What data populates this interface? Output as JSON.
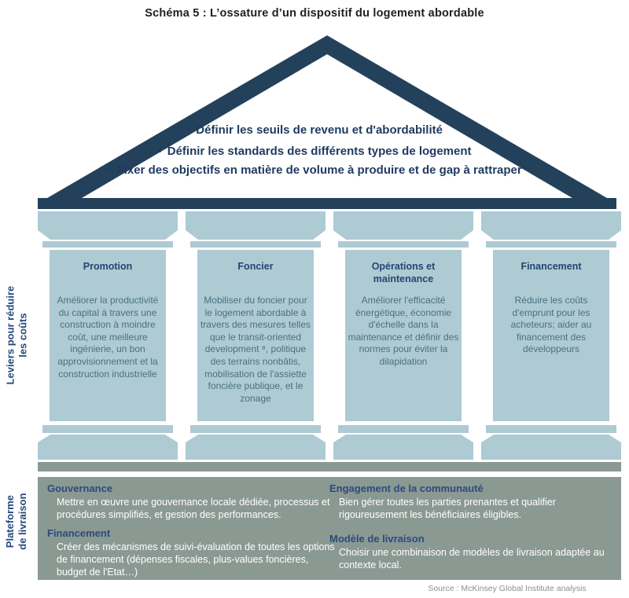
{
  "title": "Schéma 5  : L’ossature d’un dispositif du logement abordable",
  "bullet_char": "•",
  "roof": {
    "bullets": [
      "Définir les seuils de revenu et d'abordabilité",
      "Définir les standards des différents types de logement",
      "Fixer des objectifs en matière de volume à produire et de gap à rattraper"
    ]
  },
  "side_labels": {
    "pillars": "Leviers pour réduire les coûts",
    "platform": "Plateforme de livraison"
  },
  "pillars": [
    {
      "title": "Promotion",
      "body": "Améliorer la productivité du capital à travers une construction à moindre coût, une meilleure ingénierie, un bon approvisionnement et la construction industrielle"
    },
    {
      "title": "Foncier",
      "body": "Mobiliser du foncier pour le logement abordable à travers des mesures telles que le transit-oriented development ⁸, politique des terrains nonbâtis, mobilisation de l'assiette foncière publique, et le zonage"
    },
    {
      "title": "Opérations et maintenance",
      "body": "Améliorer l'efficacité énergétique, économie d'échelle dans la maintenance et définir des normes pour éviter la dilapidation"
    },
    {
      "title": "Financement",
      "body": "Réduire les coûts d'emprunt pour les acheteurs; aider au financement des développeurs"
    }
  ],
  "platform": {
    "columns": [
      {
        "sections": [
          {
            "title": "Gouvernance",
            "body": "Mettre en œuvre une gouvernance locale dédiée, processus et procédures simplifiés, et gestion des performances."
          },
          {
            "title": "Financement",
            "body": "Créer des mécanismes de suivi-évaluation de toutes les options de financement (dépenses fiscales, plus-values foncières, budget de l'Etat…)"
          }
        ]
      },
      {
        "sections": [
          {
            "title": "Engagement de la communauté",
            "body": "Bien gérer toutes les parties prenantes et qualifier rigoureusement les bénéficiaires éligibles."
          },
          {
            "title": "Modèle de livraison",
            "body": "Choisir une combinaison de modèles de livraison adaptée au contexte local."
          }
        ]
      }
    ]
  },
  "source": "Source : McKinsey Global Institute analysis",
  "colors": {
    "roof_navy": "#24415c",
    "pillar_blue": "#aecad3",
    "platform_gray": "#8b9993",
    "header_navy": "#2b4b7e",
    "pillar_body_text": "#4a717f",
    "platform_body_text": "#ffffff",
    "source_gray": "#8e8e8e"
  }
}
